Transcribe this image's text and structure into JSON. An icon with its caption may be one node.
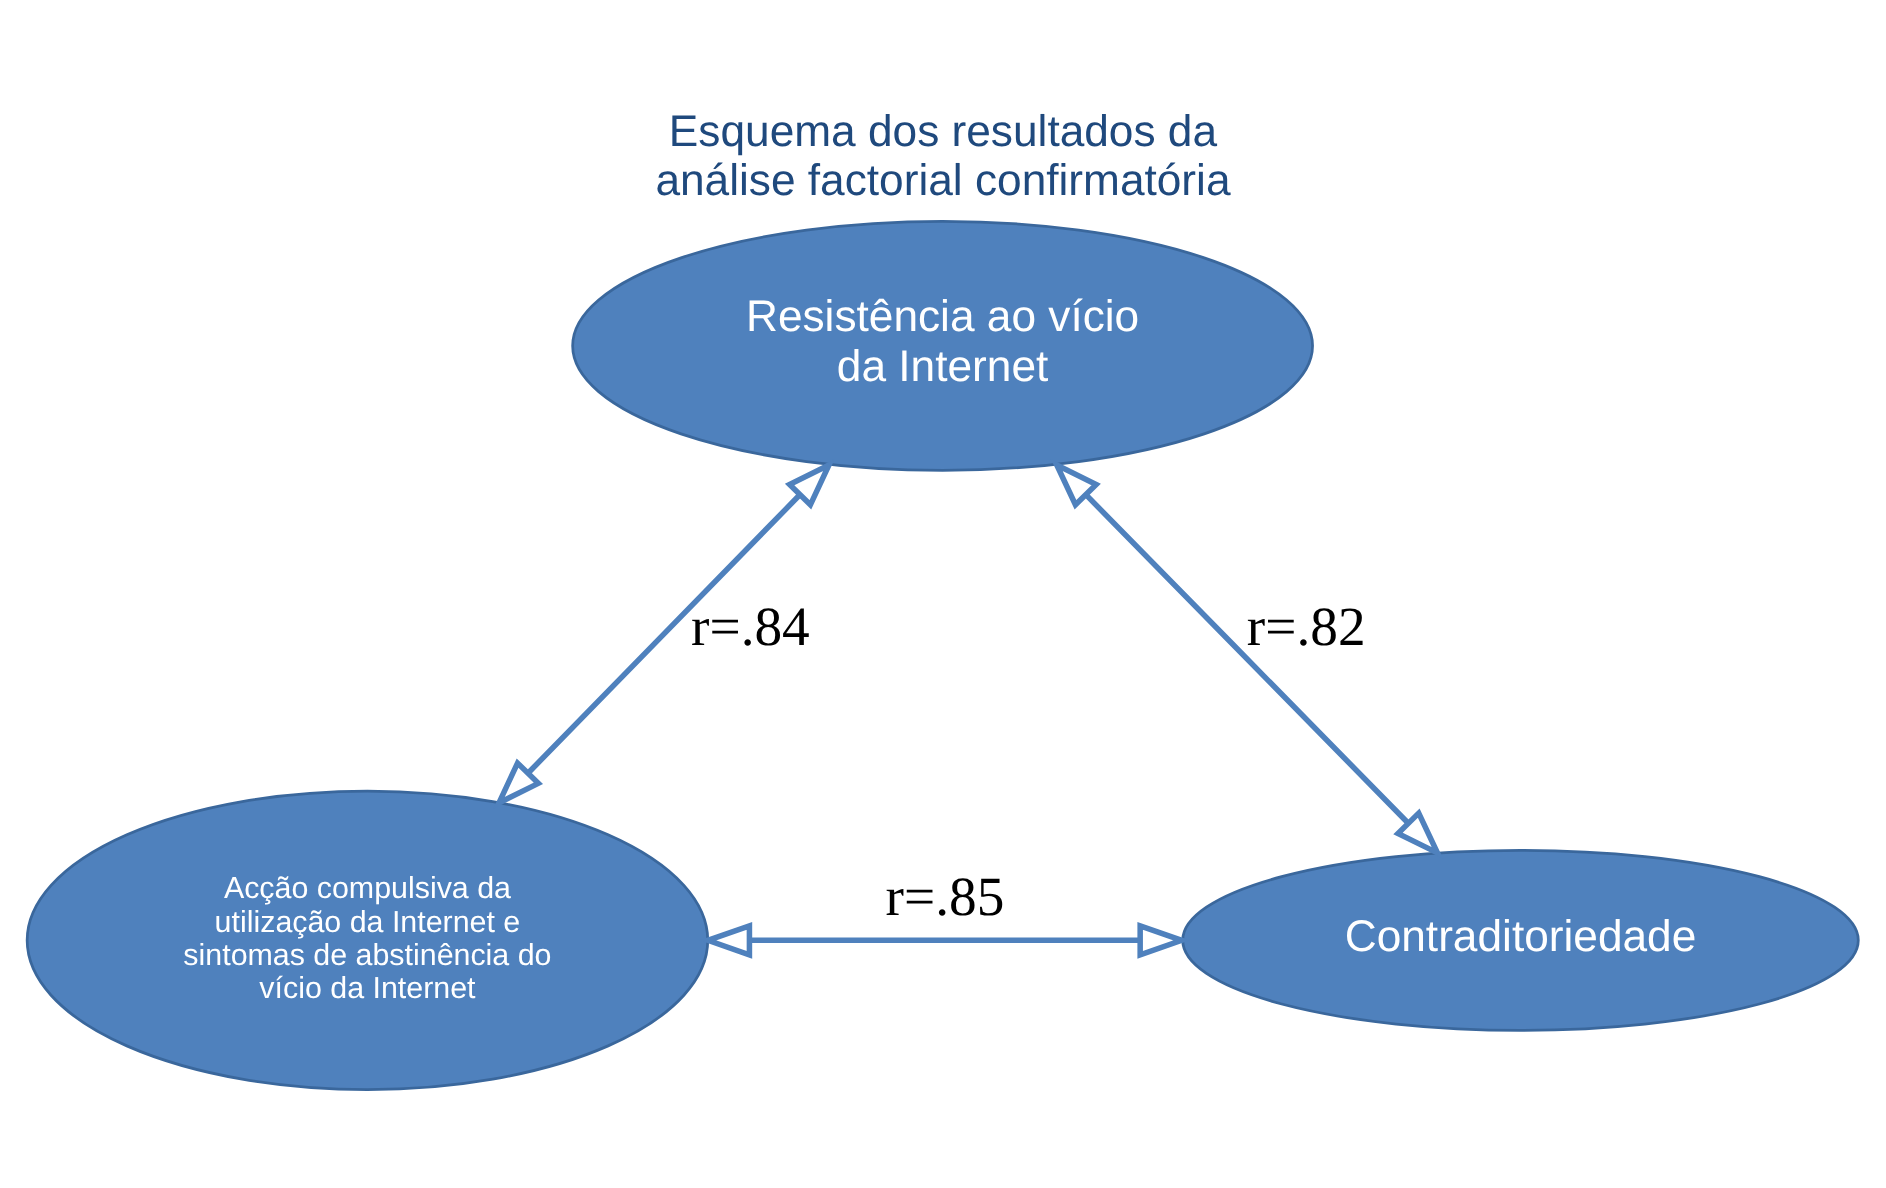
{
  "diagram": {
    "title": "Esquema dos resultados da análise factorial confirmatória",
    "nodes": [
      {
        "text": [
          "Resistência ao vício da Internet"
        ]
      },
      {
        "text": [
          "Acção compulsiva da utilização da Internet e sintomas de abstinência do vício da Internet"
        ]
      },
      {
        "text": [
          "Contraditoriedade"
        ]
      }
    ],
    "edges": [
      {
        "from": 0,
        "to": 1,
        "arrow": "both",
        "label": "r=.84"
      },
      {
        "from": 0,
        "to": 2,
        "arrow": "both",
        "label": "r=.82"
      },
      {
        "from": 1,
        "to": 2,
        "arrow": "both",
        "label": "r=.85"
      }
    ]
  }
}
